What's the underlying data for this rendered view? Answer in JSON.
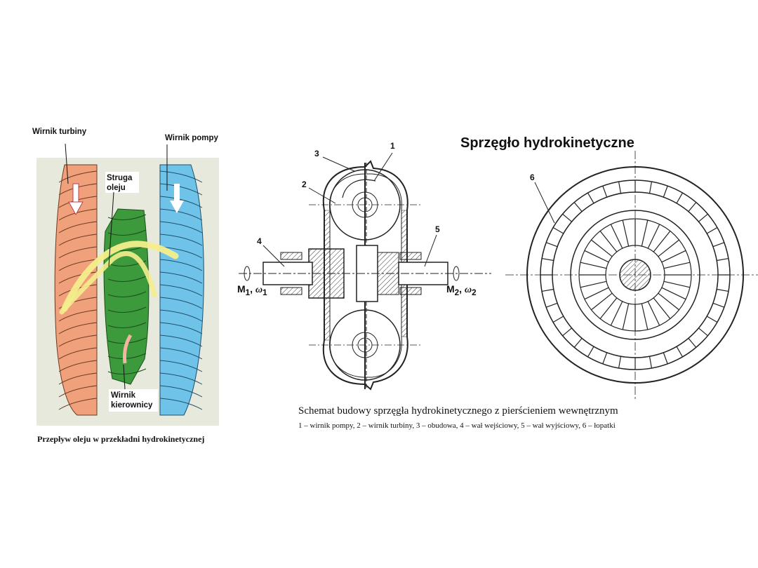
{
  "title": "Sprzęgło hydrokinetyczne",
  "left_figure": {
    "labels": {
      "turbine": "Wirnik turbiny",
      "pump": "Wirnik pompy",
      "stream": "Struga oleju",
      "stator": "Wirnik kierownicy"
    },
    "caption": "Przepływ oleju w przekładni hydrokinetycznej"
  },
  "section_view": {
    "numbers": [
      "1",
      "2",
      "3",
      "4",
      "5"
    ],
    "m1": "M",
    "m1_sub": "1",
    "w1": "ω",
    "w1_sub": "1",
    "m2": "M",
    "m2_sub": "2",
    "w2": "ω",
    "w2_sub": "2"
  },
  "front_view": {
    "number": "6"
  },
  "caption": "Schemat budowy sprzęgła hydrokinetycznego z pierścieniem wewnętrznym",
  "legend": "1 – wirnik pompy, 2 – wirnik turbiny, 3 – obudowa, 4 – wał wejściowy, 5 – wał wyjściowy, 6 – łopatki",
  "colors": {
    "turbine": "#f0a07a",
    "pump": "#6fc3e8",
    "stator": "#3c9a3c",
    "stream": "#f4ee8c",
    "paper": "#e6e9dc"
  }
}
